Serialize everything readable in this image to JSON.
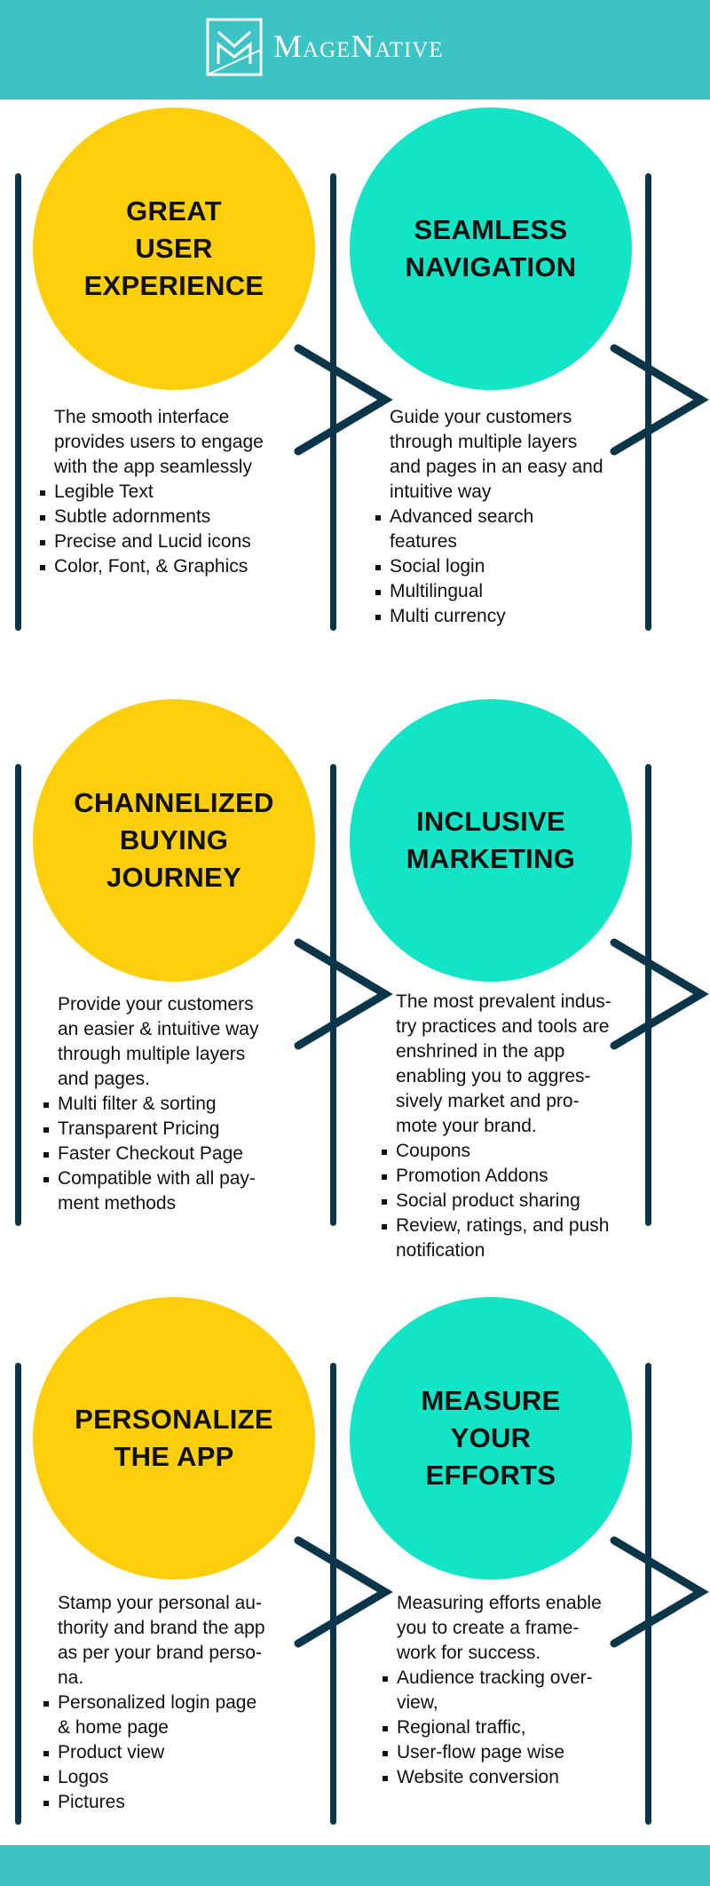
{
  "header": {
    "brand": "MageNative",
    "logo_icon": "magenative-logo-icon",
    "background": "#3cc3c3"
  },
  "colors": {
    "yellow": "#fdcf0b",
    "teal": "#12e5c6",
    "line": "#0b3548",
    "footer": "#3cc3c3"
  },
  "sections": [
    {
      "title": "GREAT\nUSER\nEXPERIENCE",
      "intro": "The smooth interface\nprovides users to engage\nwith the app seamlessly",
      "bullets": [
        "Legible Text",
        "Subtle adornments",
        "Precise and Lucid icons",
        "Color, Font, & Graphics"
      ]
    },
    {
      "title": "SEAMLESS\nNAVIGATION",
      "intro": "Guide your customers\nthrough multiple layers\nand pages in an easy and\nintuitive way",
      "bullets": [
        "Advanced search\nfeatures",
        "Social login",
        "Multilingual",
        "Multi currency"
      ]
    },
    {
      "title": "CHANNELIZED\nBUYING\nJOURNEY",
      "intro": "Provide your customers\nan easier & intuitive way\nthrough multiple layers\nand pages.",
      "bullets": [
        " Multi filter & sorting",
        "Transparent Pricing",
        "Faster Checkout Page",
        "Compatible with all pay-\nment methods"
      ]
    },
    {
      "title": "INCLUSIVE\nMARKETING",
      "intro": "The most prevalent indus-\ntry practices and tools are\nenshrined in the app\nenabling you to aggres-\nsively market and pro-\nmote your brand.",
      "bullets": [
        "Coupons",
        "Promotion Addons",
        "Social product sharing",
        "Review, ratings, and push\nnotification"
      ]
    },
    {
      "title": "PERSONALIZE\nTHE APP",
      "intro": "Stamp your personal au-\nthority and brand the app\nas per your brand perso-\nna.",
      "bullets": [
        "Personalized login page\n& home page",
        "Product view",
        "Logos",
        "Pictures"
      ]
    },
    {
      "title": "MEASURE\nYOUR\nEFFORTS",
      "intro": "Measuring efforts enable\nyou to create a frame-\nwork for success.",
      "bullets": [
        "Audience tracking over-\nview,",
        "Regional traffic,",
        "User-flow page wise",
        "Website conversion"
      ]
    }
  ]
}
